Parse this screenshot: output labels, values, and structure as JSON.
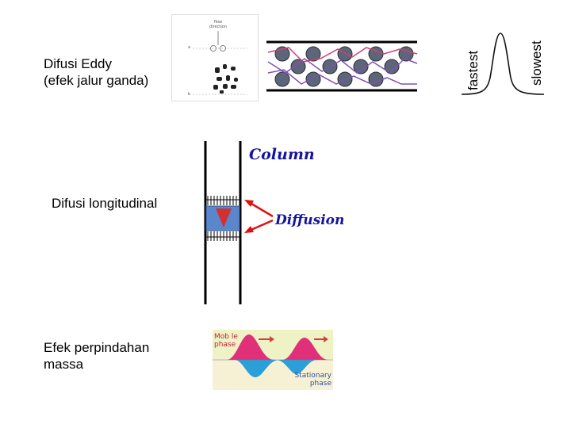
{
  "labels": {
    "eddy": "Difusi Eddy\n(efek jalur ganda)",
    "longitudinal": "Difusi longitudinal",
    "mass_transfer": "Efek perpindahan\nmassa"
  },
  "eddy_thumbnail": {
    "header": "flow\ndirection",
    "marker_a": "a",
    "marker_b": "b"
  },
  "peak_figure": {
    "fastest": "fastest",
    "slowest": "slowest"
  },
  "column_figure": {
    "column_label": "Column",
    "diffusion_label": "Diffusion"
  },
  "mass_transfer_figure": {
    "mobile_phase": "Mob le\nphase",
    "stationary_phase": "Stationary\nphase"
  },
  "colors": {
    "column_label": "#1414a0",
    "diffusion_arrow": "#dd1111",
    "band_fill": "#5a86cc",
    "band_triangle": "#d03030",
    "mobile_peak": "#e0307a",
    "stationary_peak": "#2a9fd8"
  }
}
